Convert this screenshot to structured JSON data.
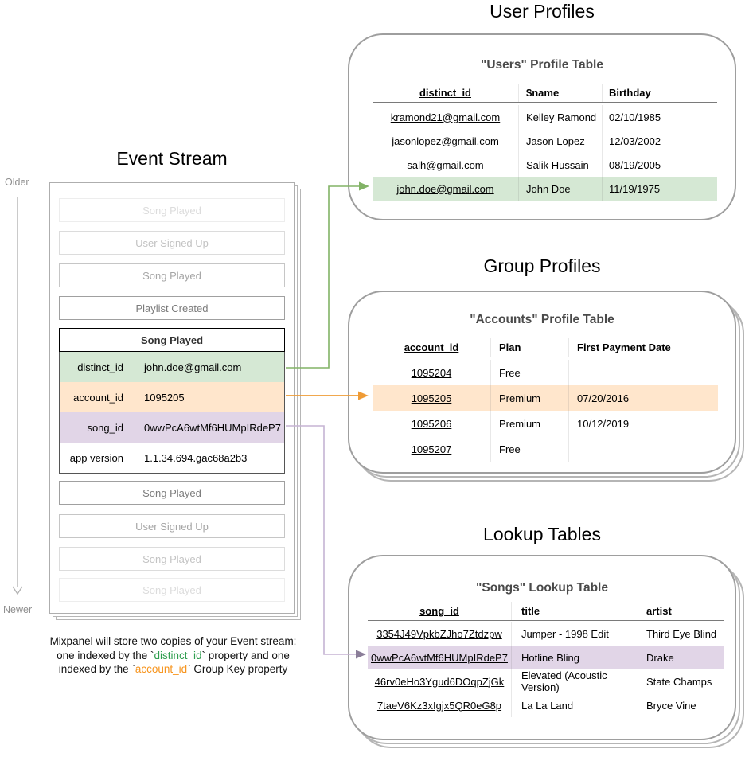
{
  "event_stream": {
    "title": "Event Stream",
    "older_label": "Older",
    "newer_label": "Newer",
    "events_before": [
      "Song Played",
      "User Signed Up",
      "Song Played",
      "Playlist Created"
    ],
    "expanded_event": {
      "name": "Song Played",
      "fields": [
        {
          "key": "distinct_id",
          "value": "john.doe@gmail.com"
        },
        {
          "key": "account_id",
          "value": "1095205"
        },
        {
          "key": "song_id",
          "value": "0wwPcA6wtMf6HUMpIRdeP7"
        },
        {
          "key": "app version",
          "value": "1.1.34.694.gac68a2b3"
        }
      ]
    },
    "events_after": [
      "Song Played",
      "User Signed Up",
      "Song Played",
      "Song Played"
    ]
  },
  "user_profiles": {
    "section_title": "User Profiles",
    "table_title": "\"Users\" Profile Table",
    "headers": [
      "distinct_id",
      "$name",
      "Birthday"
    ],
    "rows": [
      [
        "kramond21@gmail.com",
        "Kelley Ramond",
        "02/10/1985"
      ],
      [
        "jasonlopez@gmail.com",
        "Jason Lopez",
        "12/03/2002"
      ],
      [
        "salh@gmail.com",
        "Salik Hussain",
        "08/19/2005"
      ],
      [
        "john.doe@gmail.com",
        "John Doe",
        "11/19/1975"
      ]
    ],
    "highlighted_row_index": 3
  },
  "group_profiles": {
    "section_title": "Group Profiles",
    "table_title": "\"Accounts\" Profile Table",
    "headers": [
      "account_id",
      "Plan",
      "First Payment Date"
    ],
    "rows": [
      [
        "1095204",
        "Free",
        ""
      ],
      [
        "1095205",
        "Premium",
        "07/20/2016"
      ],
      [
        "1095206",
        "Premium",
        "10/12/2019"
      ],
      [
        "1095207",
        "Free",
        ""
      ]
    ],
    "highlighted_row_index": 1
  },
  "lookup_tables": {
    "section_title": "Lookup Tables",
    "table_title": "\"Songs\" Lookup Table",
    "headers": [
      "song_id",
      "title",
      "artist"
    ],
    "rows": [
      [
        "3354J49VpkbZJho7Ztdzpw",
        "Jumper - 1998 Edit",
        "Third Eye Blind"
      ],
      [
        "0wwPcA6wtMf6HUMpIRdeP7",
        "Hotline Bling",
        "Drake"
      ],
      [
        "46rv0eHo3Ygud6DOqpZjGk",
        "Elevated (Acoustic Version)",
        "State Champs"
      ],
      [
        "7taeV6Kz3xIgjx5QR0eG8p",
        "La La Land",
        "Bryce Vine"
      ]
    ],
    "highlighted_row_index": 1
  },
  "caption": {
    "line1": "Mixpanel will store two copies of your Event stream:",
    "line2_pre": "one indexed by the `",
    "line2_key": "distinct_id",
    "line2_post": "` property and one",
    "line3_pre": "indexed by the `",
    "line3_key": "account_id",
    "line3_post": "` Group Key property"
  },
  "colors": {
    "distinct_id_highlight": "#d5e8d4",
    "account_id_highlight": "#ffe6cc",
    "song_id_highlight": "#e1d5e7",
    "green_connector": "#82b366",
    "orange_connector": "#ef9b35",
    "purple_connector_line": "#c5b4d3",
    "purple_connector_arrow": "#8b7e99",
    "caption_distinct_id": "#2f9e4f",
    "caption_account_id": "#f7941d"
  }
}
